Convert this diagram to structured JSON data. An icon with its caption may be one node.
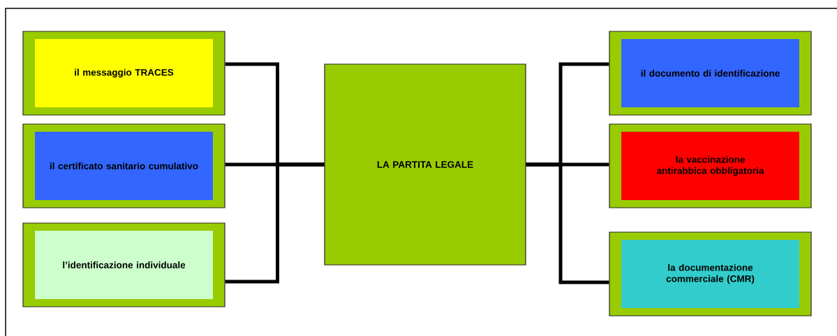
{
  "diagram": {
    "nodes": [
      {
        "text": [
          "LA PARTITA LEGALE"
        ]
      },
      {
        "text": [
          "il messaggio TRACES"
        ]
      },
      {
        "text": [
          "il certificato sanitario cumulativo"
        ]
      },
      {
        "text": [
          "l’identificazione individuale"
        ]
      },
      {
        "text": [
          "il documento di identificazione"
        ]
      },
      {
        "text": [
          "la vaccinazione antirabbica obbligatoria"
        ]
      },
      {
        "text": [
          "la documentazione commerciale (CMR)"
        ]
      }
    ],
    "edges": [
      {
        "from": 0,
        "to": 1,
        "arrow": "none"
      },
      {
        "from": 0,
        "to": 2,
        "arrow": "none"
      },
      {
        "from": 0,
        "to": 3,
        "arrow": "none"
      },
      {
        "from": 0,
        "to": 4,
        "arrow": "none"
      },
      {
        "from": 0,
        "to": 5,
        "arrow": "none"
      },
      {
        "from": 0,
        "to": 6,
        "arrow": "none"
      }
    ]
  }
}
